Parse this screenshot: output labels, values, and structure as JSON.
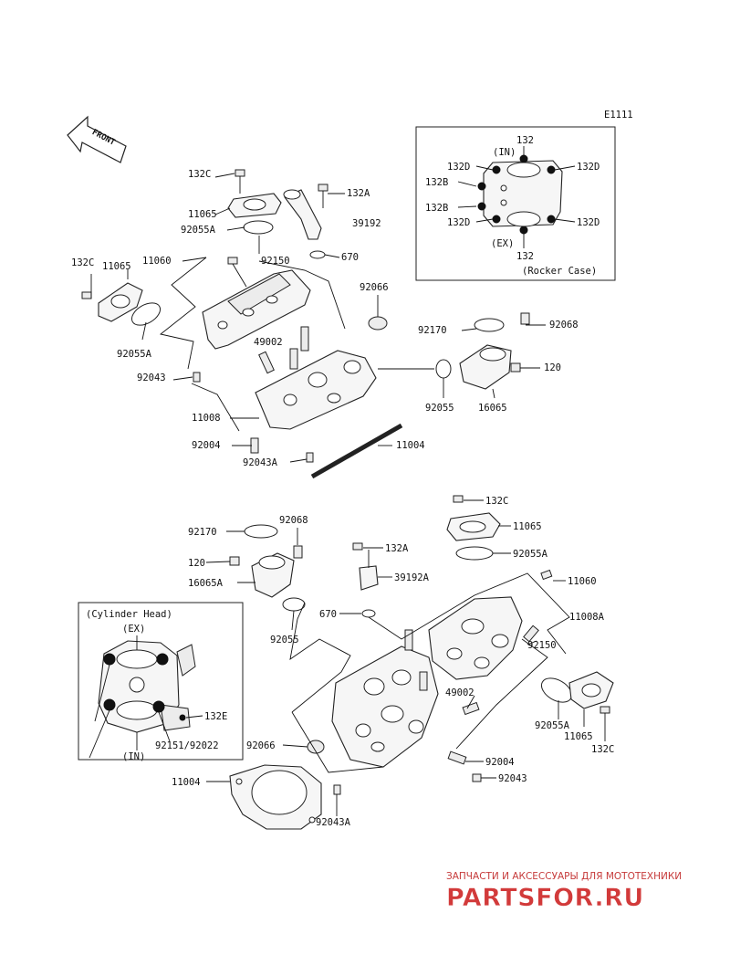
{
  "figure_code": "E1111",
  "front_label": "FRONT",
  "upper_labels": [
    {
      "id": "u-132C-a",
      "text": "132C"
    },
    {
      "id": "u-11065-a",
      "text": "11065"
    },
    {
      "id": "u-92055A-a",
      "text": "92055A"
    },
    {
      "id": "u-132A",
      "text": "132A"
    },
    {
      "id": "u-39192",
      "text": "39192"
    },
    {
      "id": "u-670",
      "text": "670"
    },
    {
      "id": "u-11060",
      "text": "11060"
    },
    {
      "id": "u-92150",
      "text": "92150"
    },
    {
      "id": "u-132C-b",
      "text": "132C"
    },
    {
      "id": "u-11065-b",
      "text": "11065"
    },
    {
      "id": "u-92066",
      "text": "92066"
    },
    {
      "id": "u-92055A-b",
      "text": "92055A"
    },
    {
      "id": "u-49002",
      "text": "49002"
    },
    {
      "id": "u-92170",
      "text": "92170"
    },
    {
      "id": "u-92068",
      "text": "92068"
    },
    {
      "id": "u-92043",
      "text": "92043"
    },
    {
      "id": "u-120",
      "text": "120"
    },
    {
      "id": "u-92055",
      "text": "92055"
    },
    {
      "id": "u-16065",
      "text": "16065"
    },
    {
      "id": "u-11008",
      "text": "11008"
    },
    {
      "id": "u-11004",
      "text": "11004"
    },
    {
      "id": "u-92004",
      "text": "92004"
    },
    {
      "id": "u-92043A",
      "text": "92043A"
    }
  ],
  "rocker_inset": {
    "caption": "(Rocker Case)",
    "labels": [
      {
        "id": "r-132-top",
        "text": "132"
      },
      {
        "id": "r-in",
        "text": "(IN)"
      },
      {
        "id": "r-132D-tl",
        "text": "132D"
      },
      {
        "id": "r-132D-tr",
        "text": "132D"
      },
      {
        "id": "r-132B-a",
        "text": "132B"
      },
      {
        "id": "r-132B-b",
        "text": "132B"
      },
      {
        "id": "r-132D-bl",
        "text": "132D"
      },
      {
        "id": "r-132D-br",
        "text": "132D"
      },
      {
        "id": "r-ex",
        "text": "(EX)"
      },
      {
        "id": "r-132-bot",
        "text": "132"
      }
    ]
  },
  "lower_labels": [
    {
      "id": "l-132C-a",
      "text": "132C"
    },
    {
      "id": "l-11065-a",
      "text": "11065"
    },
    {
      "id": "l-92170",
      "text": "92170"
    },
    {
      "id": "l-92068",
      "text": "92068"
    },
    {
      "id": "l-132A",
      "text": "132A"
    },
    {
      "id": "l-92055A-a",
      "text": "92055A"
    },
    {
      "id": "l-120",
      "text": "120"
    },
    {
      "id": "l-39192A",
      "text": "39192A"
    },
    {
      "id": "l-11060",
      "text": "11060"
    },
    {
      "id": "l-16065A",
      "text": "16065A"
    },
    {
      "id": "l-670",
      "text": "670"
    },
    {
      "id": "l-11008A",
      "text": "11008A"
    },
    {
      "id": "l-92055",
      "text": "92055"
    },
    {
      "id": "l-92150",
      "text": "92150"
    },
    {
      "id": "l-49002",
      "text": "49002"
    },
    {
      "id": "l-92055A-b",
      "text": "92055A"
    },
    {
      "id": "l-11065-b",
      "text": "11065"
    },
    {
      "id": "l-92066",
      "text": "92066"
    },
    {
      "id": "l-132C-b",
      "text": "132C"
    },
    {
      "id": "l-92004",
      "text": "92004"
    },
    {
      "id": "l-11004",
      "text": "11004"
    },
    {
      "id": "l-92043",
      "text": "92043"
    },
    {
      "id": "l-92043A",
      "text": "92043A"
    }
  ],
  "head_inset": {
    "caption": "(Cylinder Head)",
    "labels": [
      {
        "id": "h-ex",
        "text": "(EX)"
      },
      {
        "id": "h-132E",
        "text": "132E"
      },
      {
        "id": "h-in",
        "text": "(IN)"
      },
      {
        "id": "h-92151",
        "text": "92151/92022"
      }
    ]
  },
  "watermark": {
    "tagline": "ЗАПЧАСТИ И АКСЕССУАРЫ ДЛЯ МОТОТЕХНИКИ",
    "brand": "PARTSFOR.RU",
    "color": "#d23a3a"
  }
}
